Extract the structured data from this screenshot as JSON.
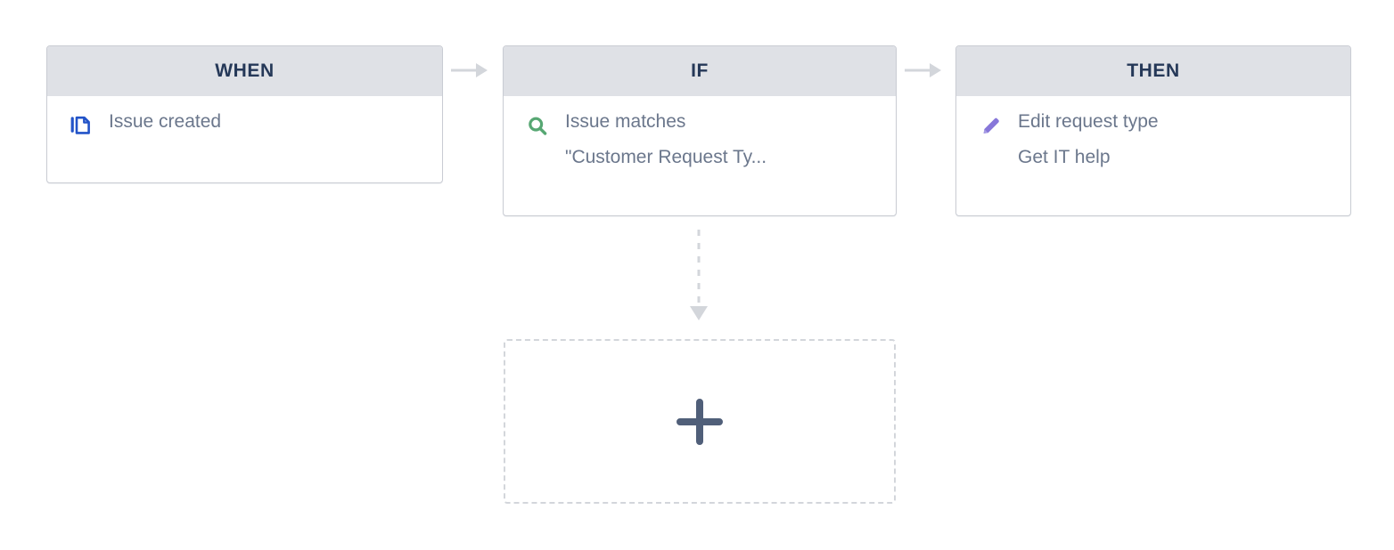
{
  "canvas": {
    "background": "#ffffff",
    "title": "Automation rule builder"
  },
  "palette": {
    "header_bg": "#dfe1e6",
    "header_text": "#253858",
    "card_border": "#c9ccd3",
    "card_bg": "#ffffff",
    "body_text": "#6b778c",
    "connector": "#d3d6db",
    "trigger_icon": "#2253c8",
    "condition_icon": "#57a773",
    "action_icon": "#8777d9",
    "plus_icon": "#505f79"
  },
  "rule": {
    "cards": [
      {
        "id": "when",
        "header": "WHEN",
        "icon": "copy-documents-icon",
        "icon_color": "#2253c8",
        "text": "Issue created"
      },
      {
        "id": "if",
        "header": "IF",
        "icon": "magnifying-glass-icon",
        "icon_color": "#57a773",
        "text": "Issue matches\n\"Customer Request Ty..."
      },
      {
        "id": "then",
        "header": "THEN",
        "icon": "pencil-edit-icon",
        "icon_color": "#8777d9",
        "text": "Edit request type\nGet IT help"
      }
    ],
    "connectors": [
      {
        "id": "when-to-if",
        "style": "solid",
        "direction": "right",
        "icon": "arrow-right-icon"
      },
      {
        "id": "if-to-then",
        "style": "solid",
        "direction": "right",
        "icon": "arrow-right-icon"
      },
      {
        "id": "if-to-add",
        "style": "dashed",
        "direction": "down",
        "icon": "arrow-down-icon"
      }
    ],
    "add_component": {
      "icon": "plus-icon",
      "label": "",
      "border_style": "dashed"
    }
  }
}
